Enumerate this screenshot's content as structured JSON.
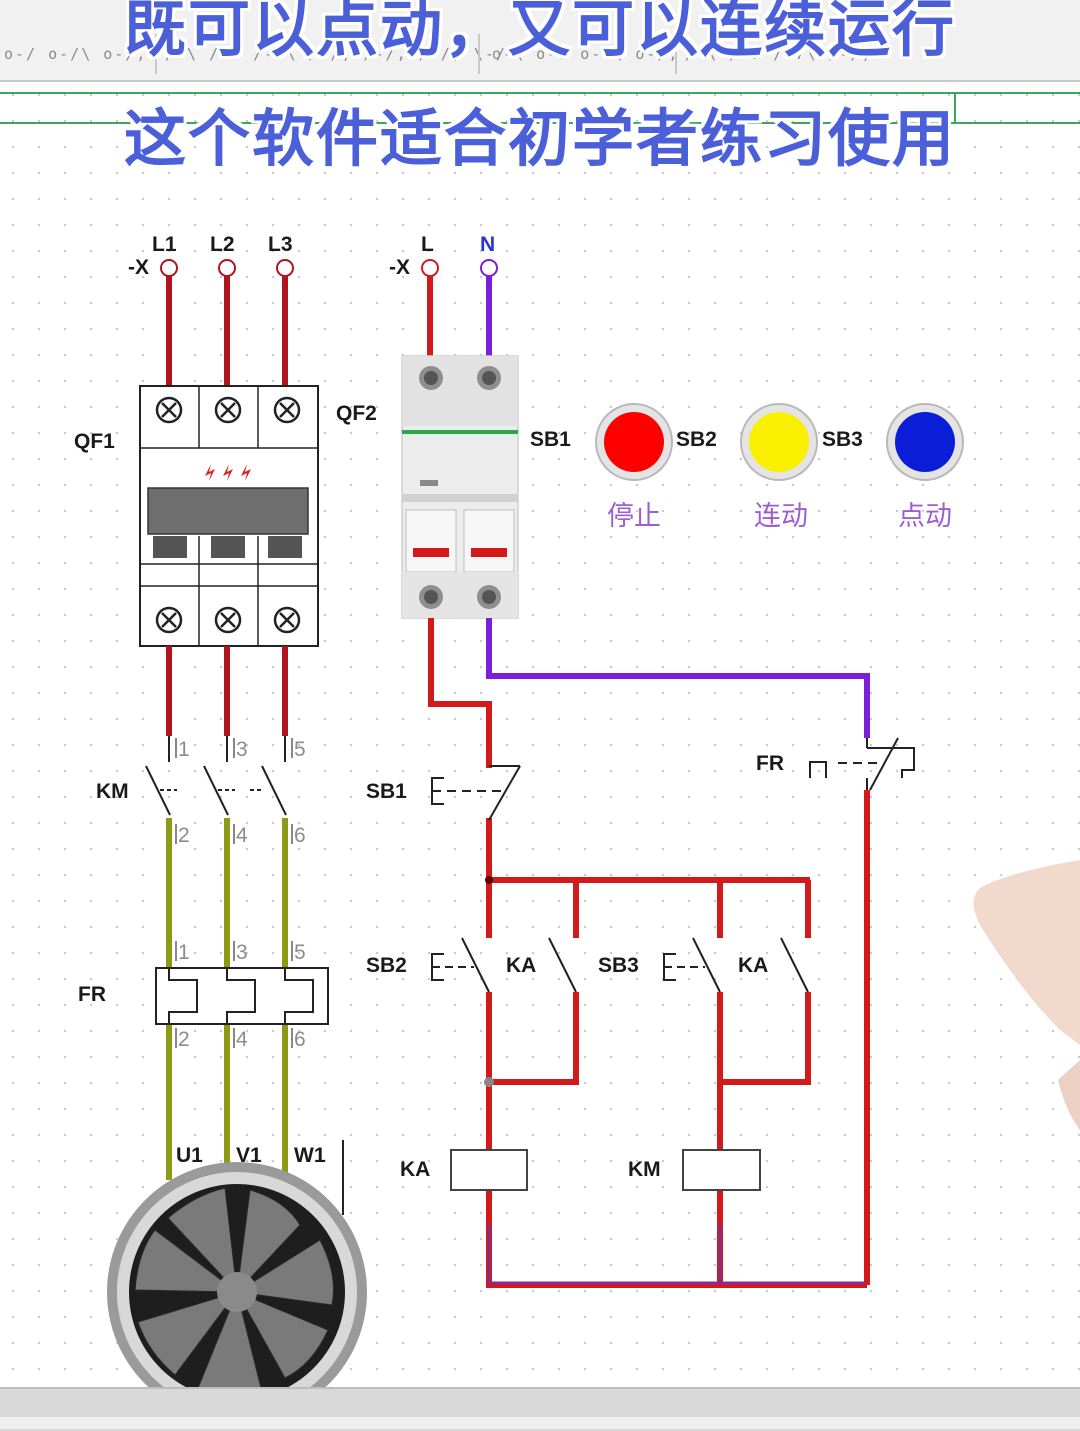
{
  "captions": {
    "line1": "既可以点动，又可以连续运行",
    "line2": "这个软件适合初学者练习使用"
  },
  "toolbar": {
    "groups": [
      [
        "o-/",
        "o-/\\",
        "o-/,"
      ],
      [
        "/-\\",
        "/-7",
        "/-7\\",
        "/-/,",
        "/-/,",
        "/-/,",
        "\\-/"
      ],
      [
        "o-\\",
        "o-7",
        "o-7\\",
        "o-/,"
      ],
      [
        "/-\\",
        "/-7",
        "/-7\\",
        "/-/,"
      ]
    ]
  },
  "terminals": {
    "left_x": "-X",
    "right_x": "-X",
    "L1": "L1",
    "L2": "L2",
    "L3": "L3",
    "L": "L",
    "N": "N"
  },
  "labels": {
    "QF1": "QF1",
    "QF2": "QF2",
    "KM_main": "KM",
    "FR_main": "FR",
    "SB1_panel": "SB1",
    "SB2_panel": "SB2",
    "SB3_panel": "SB3",
    "FR_ctrl": "FR",
    "SB1_ctrl": "SB1",
    "SB2_ctrl": "SB2",
    "KA_contact_1": "KA",
    "SB3_ctrl": "SB3",
    "KA_contact_2": "KA",
    "KA_coil": "KA",
    "KM_coil": "KM",
    "U1": "U1",
    "V1": "V1",
    "W1": "W1"
  },
  "terminal_numbers": {
    "km_top": [
      "1",
      "3",
      "5"
    ],
    "km_bottom": [
      "2",
      "4",
      "6"
    ],
    "fr_top": [
      "1",
      "3",
      "5"
    ],
    "fr_bottom": [
      "2",
      "4",
      "6"
    ]
  },
  "buttons": [
    {
      "name": "停止",
      "color": "#ff0000"
    },
    {
      "name": "连动",
      "color": "#f8f000"
    },
    {
      "name": "点动",
      "color": "#0a1ed8"
    }
  ],
  "colors": {
    "phase": "#b0141c",
    "live": "#d21a1a",
    "neutral": "#7b1fd8",
    "motor_side": "#8c9a14",
    "caption": "#4b5fd9"
  }
}
